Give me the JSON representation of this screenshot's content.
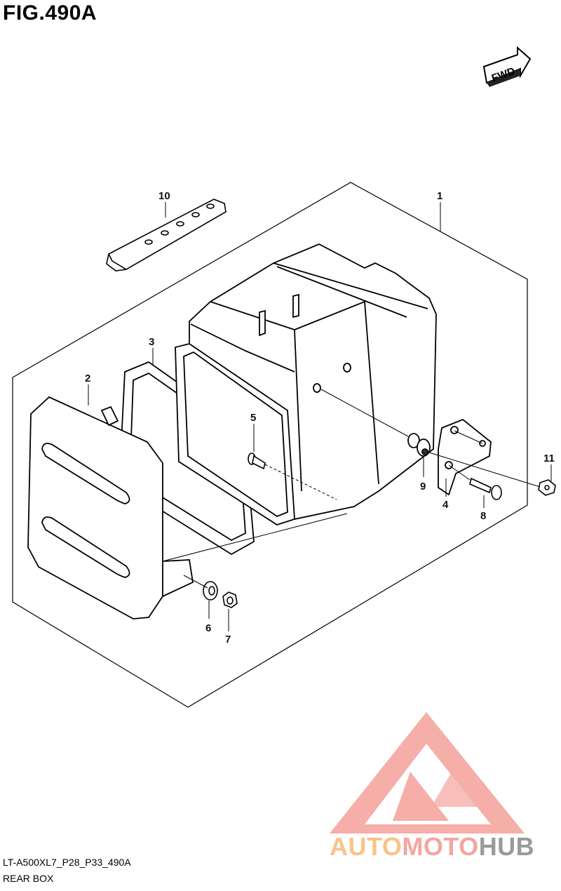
{
  "figure": {
    "title": "FIG.490A",
    "fwd_label": "FWD",
    "model_code": "LT-A500XL7_P28_P33_490A",
    "caption": "REAR BOX"
  },
  "callouts": [
    {
      "id": "1",
      "label": "1"
    },
    {
      "id": "2",
      "label": "2"
    },
    {
      "id": "3",
      "label": "3"
    },
    {
      "id": "4",
      "label": "4"
    },
    {
      "id": "5",
      "label": "5"
    },
    {
      "id": "6",
      "label": "6"
    },
    {
      "id": "7",
      "label": "7"
    },
    {
      "id": "8",
      "label": "8"
    },
    {
      "id": "9",
      "label": "9"
    },
    {
      "id": "10",
      "label": "10"
    },
    {
      "id": "11",
      "label": "11"
    }
  ],
  "watermark": {
    "part1": "AUTO",
    "part2": "MOTO",
    "part3": "HUB",
    "colors": {
      "auto": "#f7c48a",
      "moto": "#f4a6a0",
      "hub": "#9a9a9a",
      "logo": "#f28b82"
    }
  }
}
